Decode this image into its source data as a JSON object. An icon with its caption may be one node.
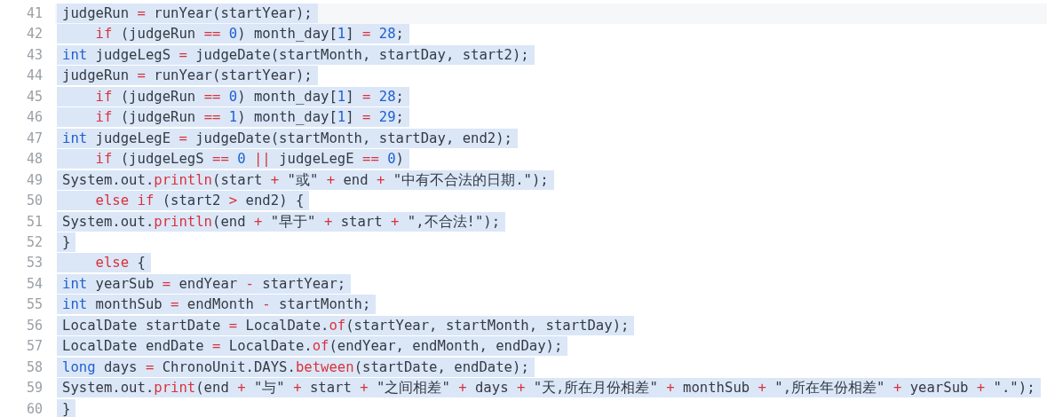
{
  "diagram": {
    "labels": [
      "41",
      "judgeRun = runYear(startYear);",
      "42",
      "    if (judgeRun == 0) month_day[1] = 28;",
      "43",
      "int judgeLegS = judgeDate(startMonth, startDay, start2);",
      "44",
      "judgeRun = runYear(startYear);",
      "45",
      "    if (judgeRun == 0) month_day[1] = 28;",
      "46",
      "    if (judgeRun == 1) month_day[1] = 29;",
      "47",
      "int judgeLegE = judgeDate(startMonth, startDay, end2);",
      "48",
      "    if (judgeLegS == 0 || judgeLegE == 0)",
      "49",
      "System.out.println(start + \"或\" + end + \"中有不合法的日期.\");",
      "50",
      "    else if (start2 > end2) {",
      "51",
      "System.out.println(end + \"早于\" + start + \",不合法!\");",
      "52",
      "}",
      "53",
      "    else {",
      "54",
      "int yearSub = endYear - startYear;",
      "55",
      "int monthSub = endMonth - startMonth;",
      "56",
      "LocalDate startDate = LocalDate.of(startYear, startMonth, startDay);",
      "57",
      "LocalDate endDate = LocalDate.of(endYear, endMonth, endDay);",
      "58",
      "long days = ChronoUnit.DAYS.between(startDate, endDate);",
      "59",
      "System.out.print(end + \"与\" + start + \"之间相差\" + days + \"天,所在月份相差\" + monthSub + \",所在年份相差\" + yearSub + \".\");",
      "60",
      "}"
    ]
  }
}
